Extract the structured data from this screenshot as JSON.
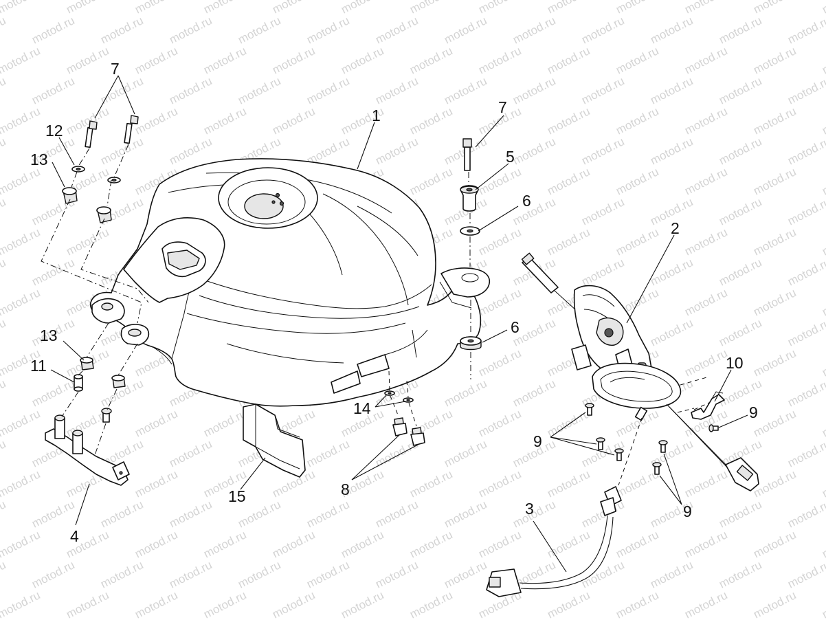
{
  "watermark": {
    "text": "motod.ru",
    "color": "#d4d4d4"
  },
  "callouts": {
    "c1": "1",
    "c2": "2",
    "c3": "3",
    "c4": "4",
    "c5": "5",
    "c6a": "6",
    "c6b": "6",
    "c7a": "7",
    "c7b": "7",
    "c8": "8",
    "c9a": "9",
    "c9b": "9",
    "c9c": "9",
    "c10": "10",
    "c11": "11",
    "c12": "12",
    "c13a": "13",
    "c13b": "13",
    "c14": "14",
    "c15": "15"
  }
}
